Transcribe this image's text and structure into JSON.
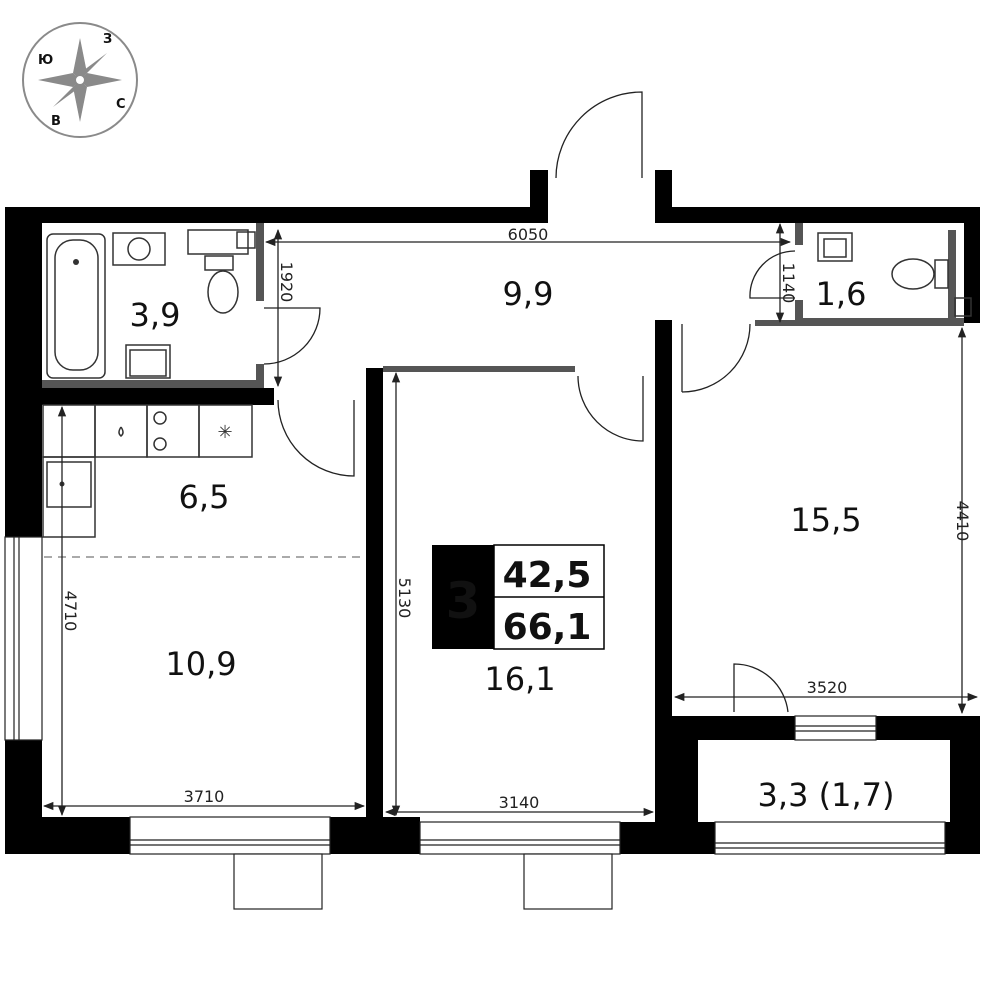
{
  "compass": {
    "n": "Ю",
    "e": "З",
    "s": "С",
    "w": "В"
  },
  "badge": {
    "rooms": "3",
    "living_area": "42,5",
    "total_area": "66,1"
  },
  "rooms": {
    "bath": "3,9",
    "hall": "9,9",
    "wc": "1,6",
    "kitchen": "6,5",
    "living": "10,9",
    "bedroom_mid": "16,1",
    "bedroom_right": "15,5",
    "loggia": "3,3 (1,7)"
  },
  "dims": {
    "hall_width": "6050",
    "bath_depth": "1920",
    "wc_depth": "1140",
    "left_height": "4710",
    "left_width": "3710",
    "mid_height": "5130",
    "mid_width": "3140",
    "right_height": "4410",
    "right_width": "3520"
  }
}
